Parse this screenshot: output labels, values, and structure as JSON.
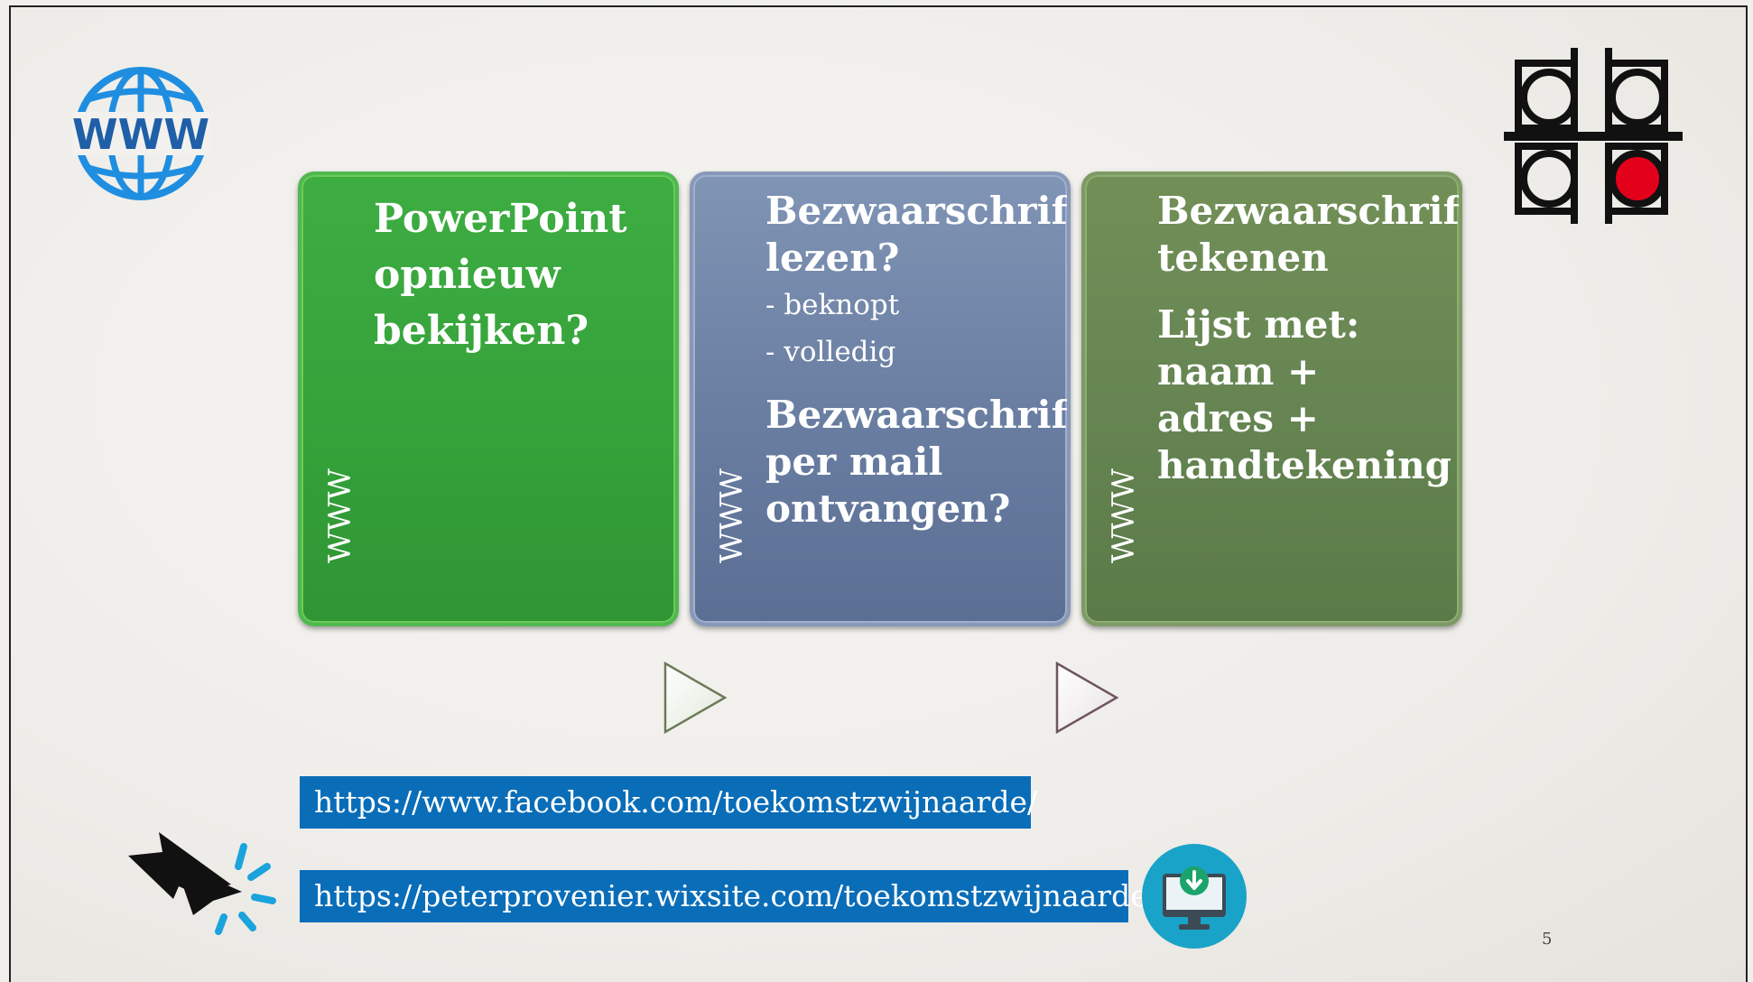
{
  "cards": [
    {
      "vertical_label": "WWW",
      "title_lines": [
        "PowerPoint",
        "opnieuw",
        "bekijken?"
      ],
      "color": "#34a139"
    },
    {
      "vertical_label": "WWW",
      "title_lines": [
        "Bezwaarschrift",
        "lezen?"
      ],
      "sub_items": [
        "- beknopt",
        "- volledig"
      ],
      "title2_lines": [
        "Bezwaarschrift",
        "per mail",
        "ontvangen?"
      ],
      "color": "#6b7fa3"
    },
    {
      "vertical_label": "WWW",
      "title_lines": [
        "Bezwaarschrift",
        "tekenen"
      ],
      "title2_lines": [
        "Lijst met:",
        "naam +",
        "adres +",
        "handtekening"
      ],
      "color": "#668552"
    }
  ],
  "links": {
    "facebook": "https://www.facebook.com/toekomstzwijnaarde/",
    "website": "https://peterprovenier.wixsite.com/toekomstzwijnaarde"
  },
  "www_logo_text": "WWW",
  "page_number": "5",
  "icons": [
    "globe-www-icon",
    "dbdp-logo",
    "play-arrow-icon",
    "pointer-click-icon",
    "download-monitor-icon"
  ],
  "colors": {
    "link_bg": "#0a6db8",
    "accent_red": "#e3001b",
    "icon_blue": "#1f8ee0",
    "download_circle": "#1aa3c8"
  }
}
